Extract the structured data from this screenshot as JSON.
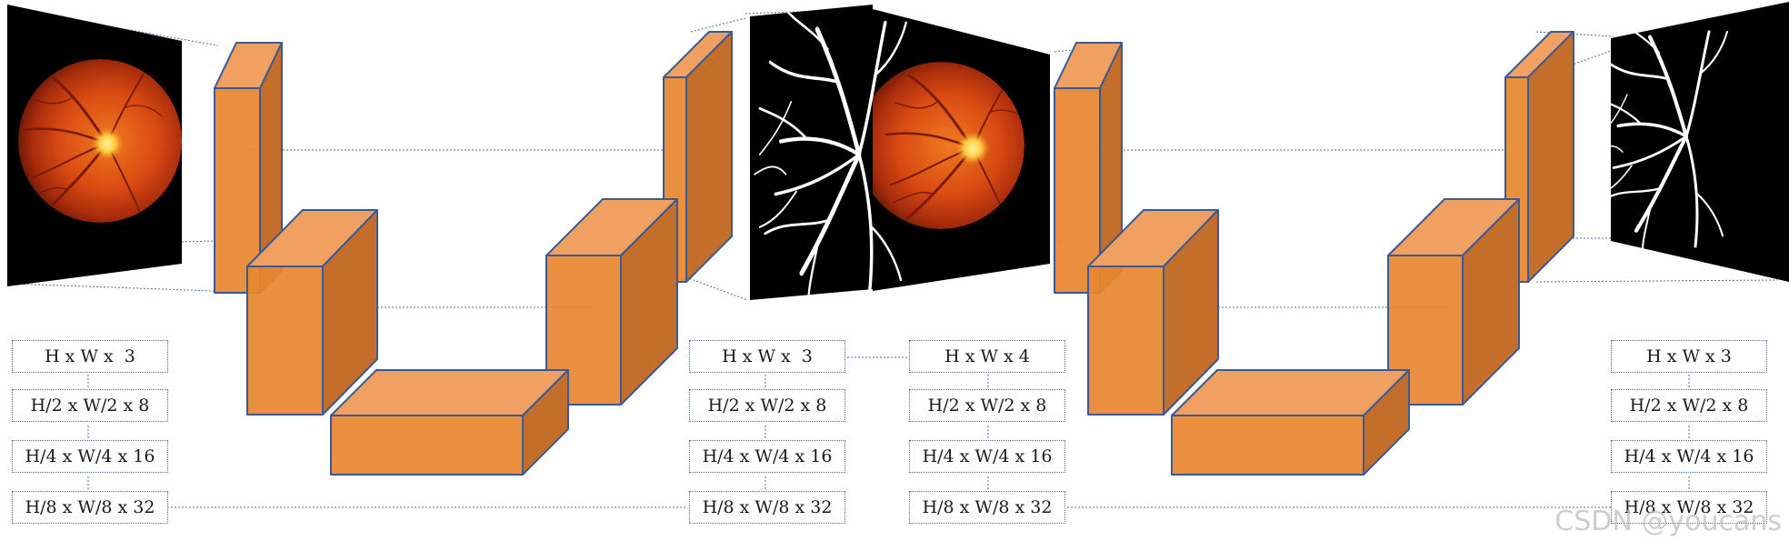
{
  "colors": {
    "block_front": "#e8862f",
    "block_top": "#f0a060",
    "block_side": "#c46e2c",
    "block_edge": "#3a5a95",
    "connector": "#4a6fa5",
    "fundus_bg": "#000000",
    "vessel": "#ffffff"
  },
  "icons": {
    "fundus_image": "retina-fundus-photo",
    "vessel_map": "segmented-vessel-mask"
  },
  "networks": [
    {
      "input_stack": [
        "H x W x  3",
        "H/2 x W/2 x 8",
        "H/4 x W/4 x 16",
        "H/8 x W/8 x 32"
      ],
      "output_stack": [
        "H x W x  3",
        "H/2 x W/2 x 8",
        "H/4 x W/4 x 16",
        "H/8 x W/8 x 32"
      ]
    },
    {
      "input_stack": [
        "H x W x 4",
        "H/2 x W/2 x 8",
        "H/4 x W/4 x 16",
        "H/8 x W/8 x 32"
      ],
      "output_stack": [
        "H x W x 3",
        "H/2 x W/2 x 8",
        "H/4 x W/4 x 16",
        "H/8 x W/8 x 32"
      ]
    }
  ],
  "watermark": "CSDN @youcans"
}
